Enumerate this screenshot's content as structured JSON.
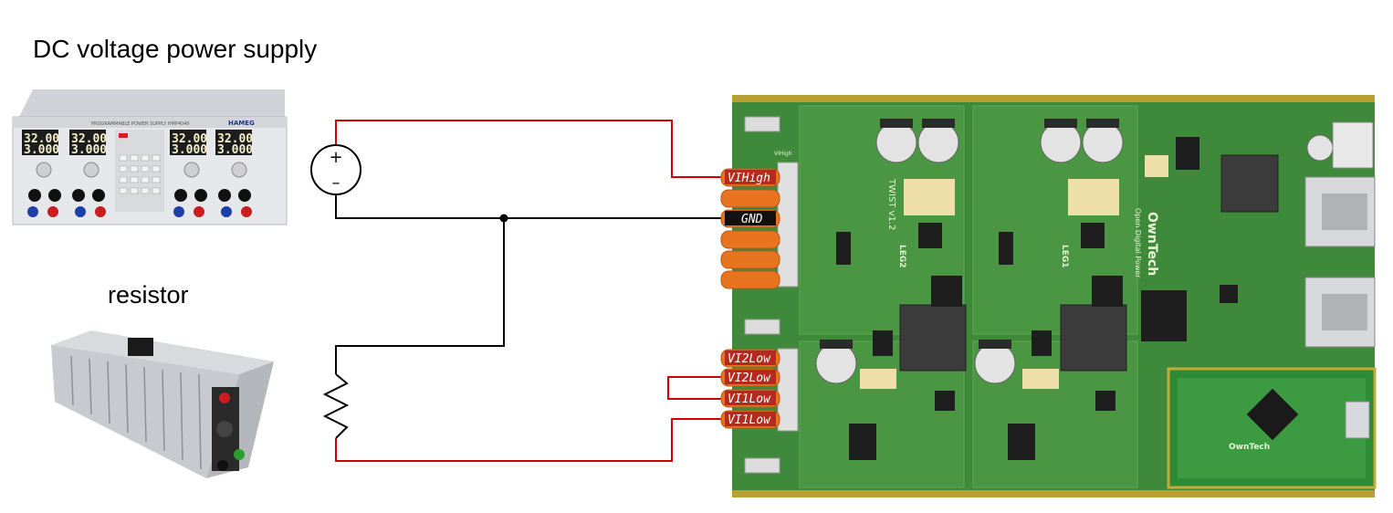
{
  "labels": {
    "power_supply": "DC voltage power supply",
    "resistor": "resistor"
  },
  "psu_display": {
    "model_text": "PROGRAMMABLE POWER SUPPLY HMP4040",
    "brand": "HAMEG",
    "readings": [
      "32.00",
      "32.00",
      "32.00",
      "32.00"
    ],
    "currents": [
      "3.000",
      "3.000",
      "3.000",
      "3.000"
    ]
  },
  "source_symbol": {
    "plus": "+",
    "minus": "–"
  },
  "connectors": {
    "vihigh": "VIHigh",
    "gnd": "GND",
    "vi2low_a": "VI2Low",
    "vi2low_b": "VI2Low",
    "vi1low_a": "VI1Low",
    "vi1low_b": "VI1Low"
  },
  "board": {
    "brand": "OwnTech",
    "tagline": "Open Digital Power",
    "version": "TWIST v1.2",
    "leg1": "LEG1",
    "leg2": "LEG2",
    "silk_vihigh": "VIHigh",
    "mcu_brand": "OwnTech"
  },
  "colors": {
    "wire_red": "#d00000",
    "wire_black": "#000000",
    "pcb_green": "#3f8a3a",
    "connector_orange": "#e8741f",
    "label_red": "#c0392b"
  }
}
